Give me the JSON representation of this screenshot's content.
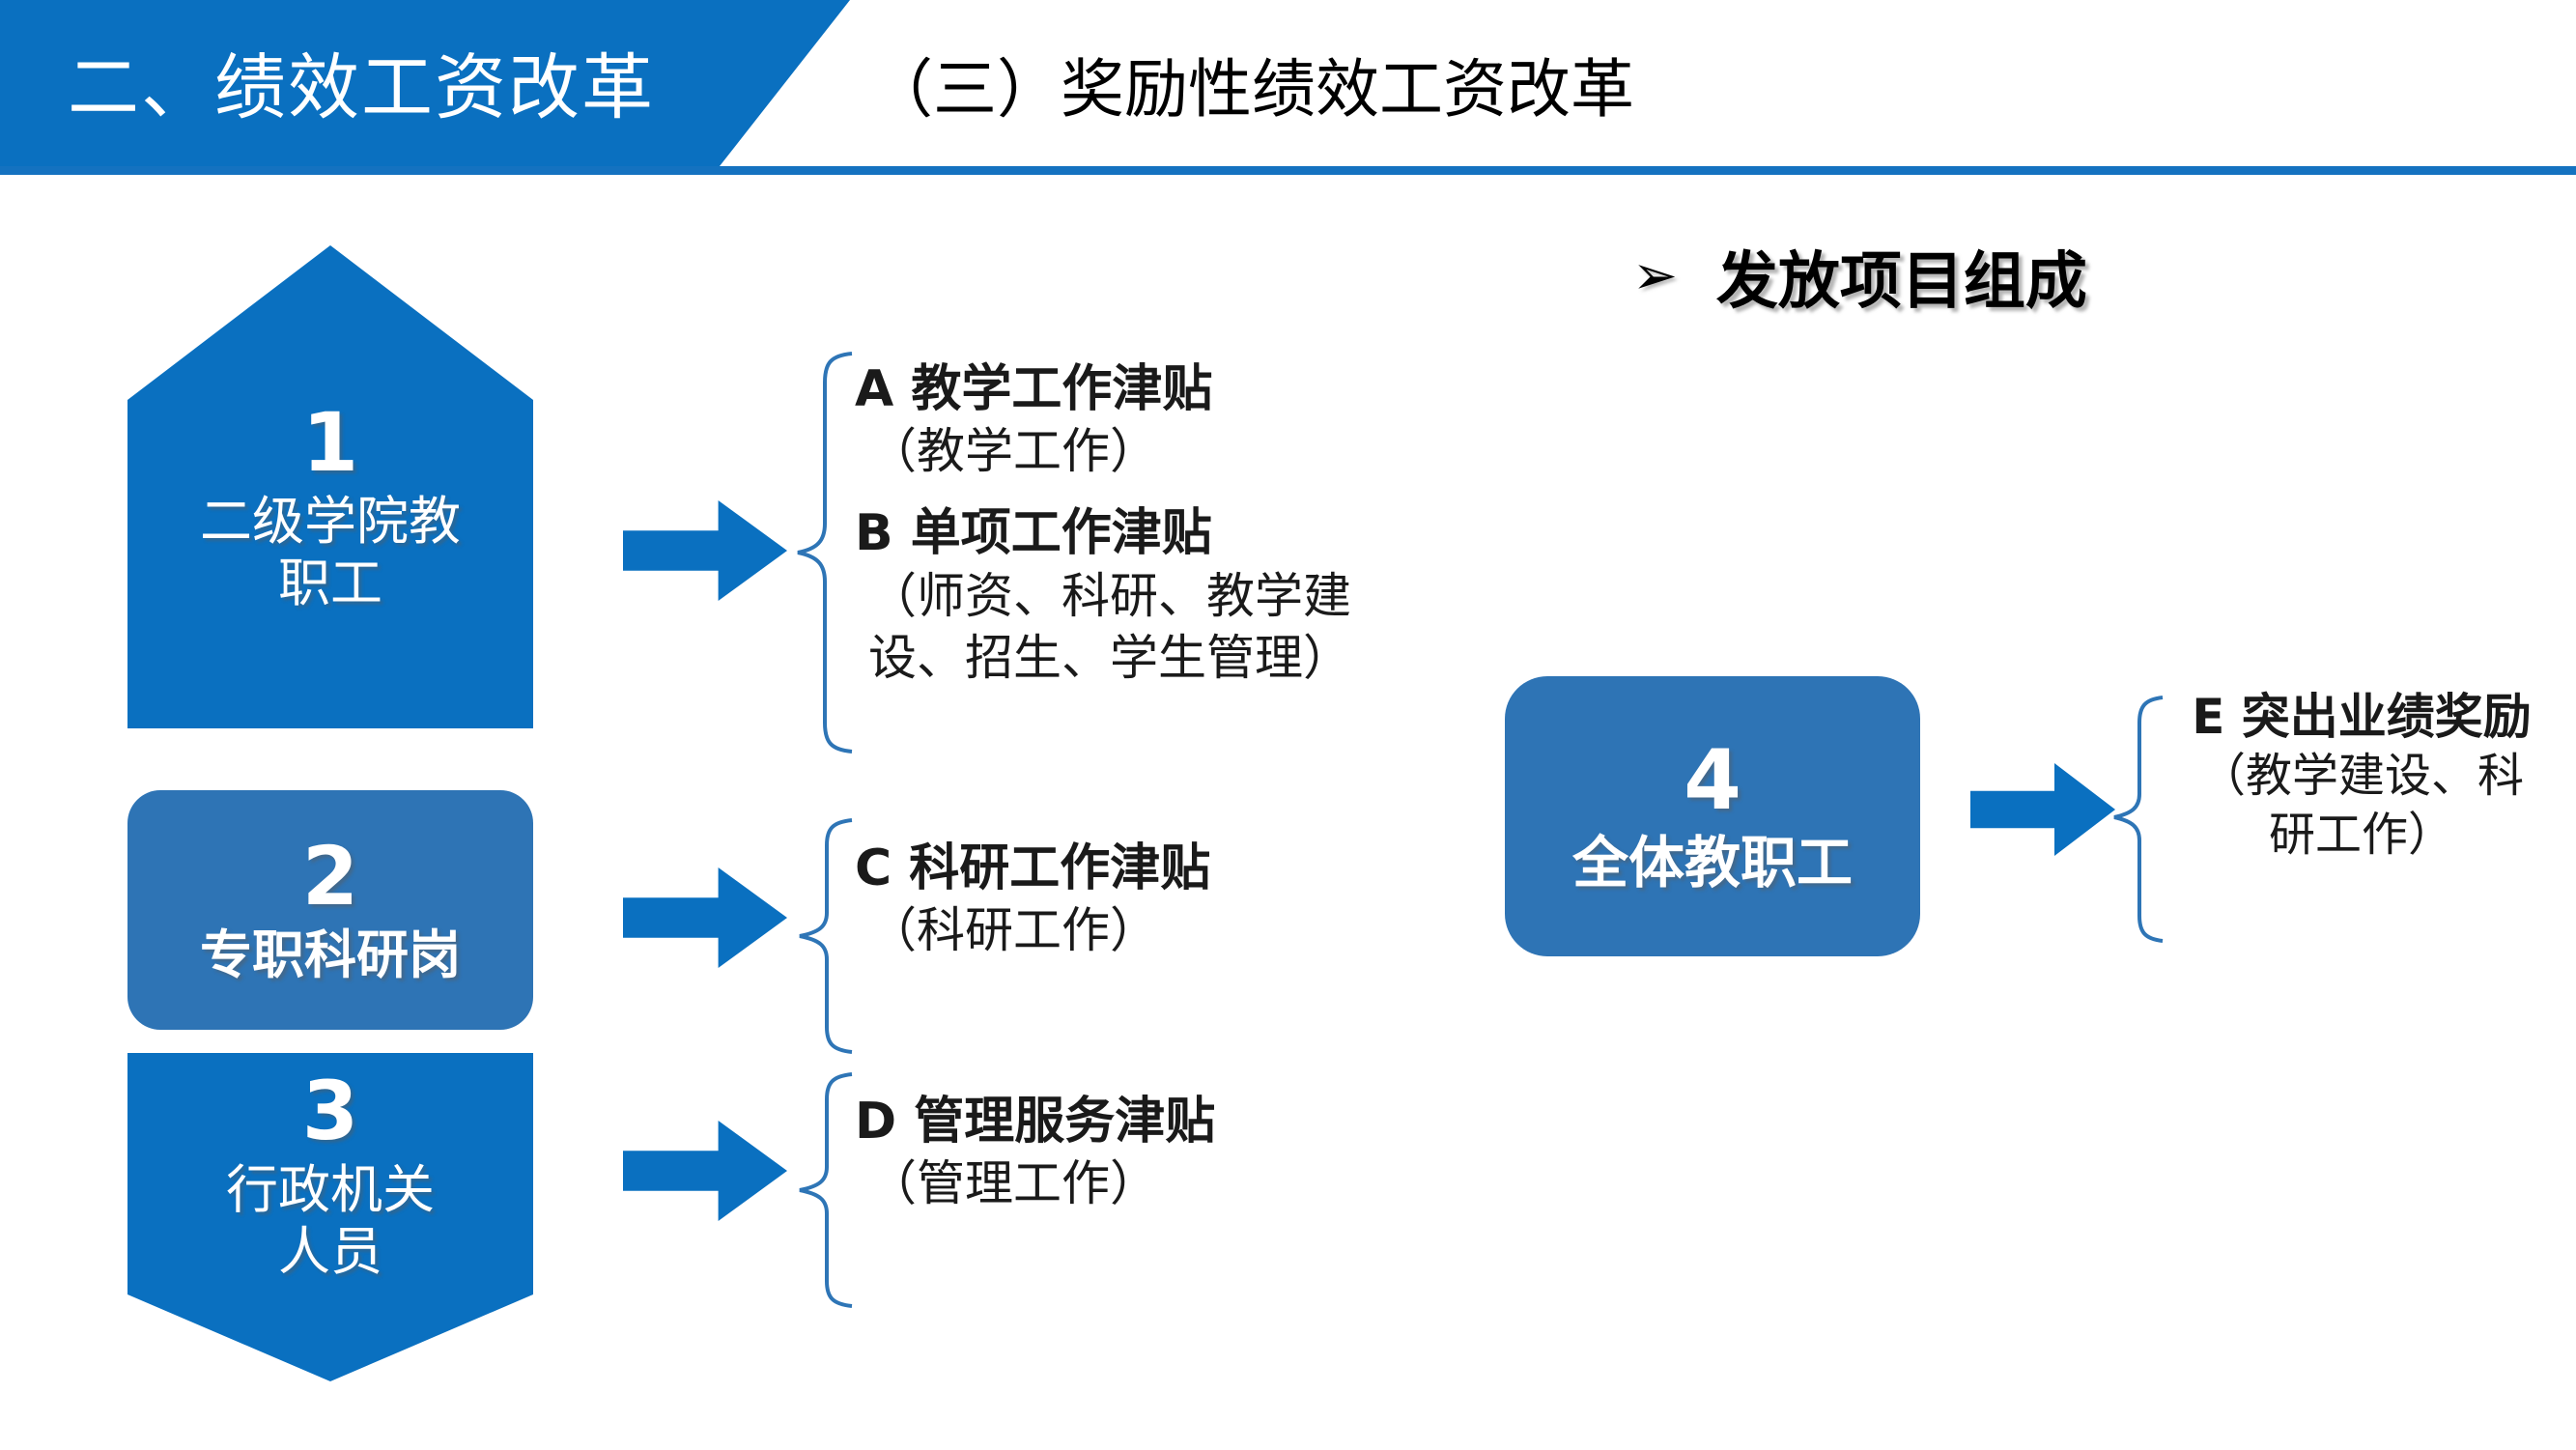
{
  "header": {
    "section_tab": "二、绩效工资改革",
    "slide_title": "（三）奖励性绩效工资改革",
    "band_color": "#0a70c0",
    "rule_color": "#1472c0"
  },
  "bullet_heading": {
    "glyph": "➢",
    "glyph_name": "arrow-bullet-icon",
    "text": "发放项目组成"
  },
  "colors": {
    "primary_blue": "#0a70c0",
    "secondary_blue": "#2e74b5",
    "brace_blue": "#2e75b6",
    "text_black": "#1a1a1a"
  },
  "nodes": [
    {
      "id": "1",
      "number": "1",
      "label": "二级学院教\n职工",
      "label_line1": "二级学院教",
      "label_line2": "职工",
      "shape": "pentagon-up",
      "color": "#0a70c0",
      "bold": false
    },
    {
      "id": "2",
      "number": "2",
      "label": "专职科研岗",
      "label_line1": "专职科研岗",
      "label_line2": "",
      "shape": "rounded-rect",
      "color": "#2e74b5",
      "bold": true
    },
    {
      "id": "3",
      "number": "3",
      "label": "行政机关\n人员",
      "label_line1": "行政机关",
      "label_line2": "人员",
      "shape": "pentagon-down",
      "color": "#0a70c0",
      "bold": false
    },
    {
      "id": "4",
      "number": "4",
      "label": "全体教职工",
      "label_line1": "全体教职工",
      "label_line2": "",
      "shape": "rounded-rect",
      "color": "#2e74b5",
      "bold": true
    }
  ],
  "items": {
    "group_ab": [
      {
        "key": "A",
        "title": "A  教学工作津贴",
        "sub_lines": [
          "（教学工作）"
        ]
      },
      {
        "key": "B",
        "title": "B  单项工作津贴",
        "sub_lines": [
          "（师资、科研、教学建",
          "设、招生、学生管理）"
        ]
      }
    ],
    "group_c": [
      {
        "key": "C",
        "title": "C  科研工作津贴",
        "sub_lines": [
          "（科研工作）"
        ]
      }
    ],
    "group_d": [
      {
        "key": "D",
        "title": "D 管理服务津贴",
        "sub_lines": [
          "（管理工作）"
        ]
      }
    ],
    "group_e": [
      {
        "key": "E",
        "title": "E 突出业绩奖励",
        "sub_lines": [
          "（教学建设、科",
          "研工作）"
        ]
      }
    ]
  },
  "arrows": [
    {
      "id": "arrow-1",
      "from": "node-1",
      "to": "group-ab"
    },
    {
      "id": "arrow-2",
      "from": "node-2",
      "to": "group-c"
    },
    {
      "id": "arrow-3",
      "from": "node-3",
      "to": "group-d"
    },
    {
      "id": "arrow-4",
      "from": "node-4",
      "to": "group-e"
    }
  ]
}
